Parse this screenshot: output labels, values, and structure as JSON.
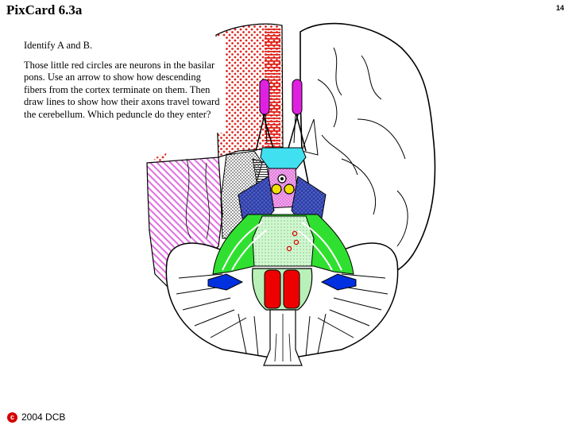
{
  "header": {
    "title": "PixCard 6.3a",
    "page_number": "14"
  },
  "instructions": {
    "line1": "Identify A and B.",
    "line2": "Those little red circles  are neurons in the basilar pons.  Use an arrow to show how descending fibers from the cortex terminate on them.  Then draw lines to show how their axons travel toward the cerebellum.  Which peduncle  do they enter?"
  },
  "footer": {
    "copyright_symbol": "c",
    "copyright_text": "2004 DCB"
  },
  "colors": {
    "cortex_red_dots": "#e0241c",
    "temporal_pink": "#e070e0",
    "olfactory_magenta": "#e020e0",
    "hypothalamus_cyan": "#40e0f0",
    "mammillary_yellow": "#f0e000",
    "cerebral_peduncle_blue": "#4050b0",
    "middle_peduncle_green": "#30e030",
    "pyramid_red": "#ee0000",
    "flocculus_blue": "#0030e0",
    "medulla_light_green": "#b8f0b8"
  }
}
